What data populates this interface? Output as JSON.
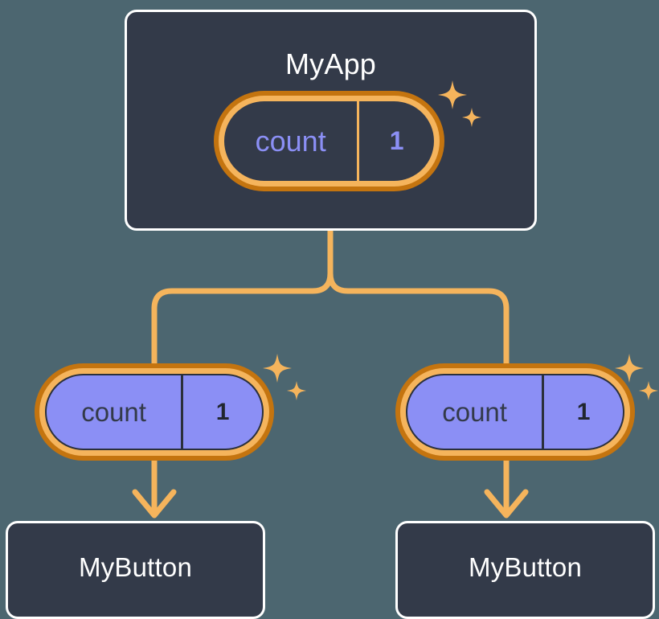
{
  "diagram": {
    "title": "React component state propagation tree",
    "background_color": "#4c6670",
    "accent_color": "#f5b45c",
    "accent_dark_color": "#c4740f",
    "state_color": "#8b8ff5",
    "card_color": "#333a49"
  },
  "root": {
    "component_label": "MyApp",
    "state": {
      "key": "count",
      "value": "1"
    }
  },
  "children": [
    {
      "component_label": "MyButton",
      "state": {
        "key": "count",
        "value": "1"
      }
    },
    {
      "component_label": "MyButton",
      "state": {
        "key": "count",
        "value": "1"
      }
    }
  ],
  "decorations": {
    "sparkle_label": "sparkle",
    "connector_label": "state-flow-connector",
    "arrow_label": "state-flow-arrow"
  }
}
